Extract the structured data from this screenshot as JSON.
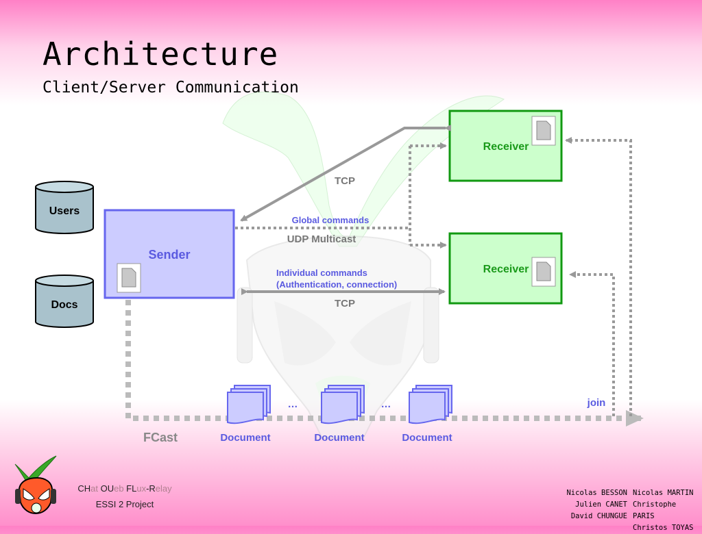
{
  "header": {
    "title": "Architecture",
    "subtitle": "Client/Server Communication"
  },
  "diagram": {
    "databases": {
      "users": "Users",
      "docs": "Docs"
    },
    "sender": "Sender",
    "receivers": [
      "Receiver",
      "Receiver"
    ],
    "links": {
      "tcp_top": "TCP",
      "global_commands": "Global commands",
      "udp_multicast": "UDP Multicast",
      "individual_commands_1": "Individual commands",
      "individual_commands_2": "(Authentication, connection)",
      "tcp_bottom": "TCP",
      "join": "join",
      "fcast": "FCast"
    },
    "documents": [
      "Document",
      "Document",
      "Document"
    ],
    "ellipsis": "…",
    "colors": {
      "receiver_fill": "#ccffcc",
      "receiver_border": "#119911",
      "sender_fill": "#ccccff",
      "sender_border": "#6666ee",
      "arrow_gray": "#999999"
    }
  },
  "footer": {
    "project_name_parts": [
      "CH",
      "at ",
      "OU",
      "eb ",
      "FL",
      "ux",
      "-R",
      "elay"
    ],
    "project_line2": "ESSI 2 Project",
    "credits_col1": [
      "Nicolas BESSON",
      "Julien CANET",
      "David CHUNGUE"
    ],
    "credits_col2": [
      "Nicolas MARTIN",
      "Christophe PARIS",
      "Christos TOYAS"
    ]
  }
}
